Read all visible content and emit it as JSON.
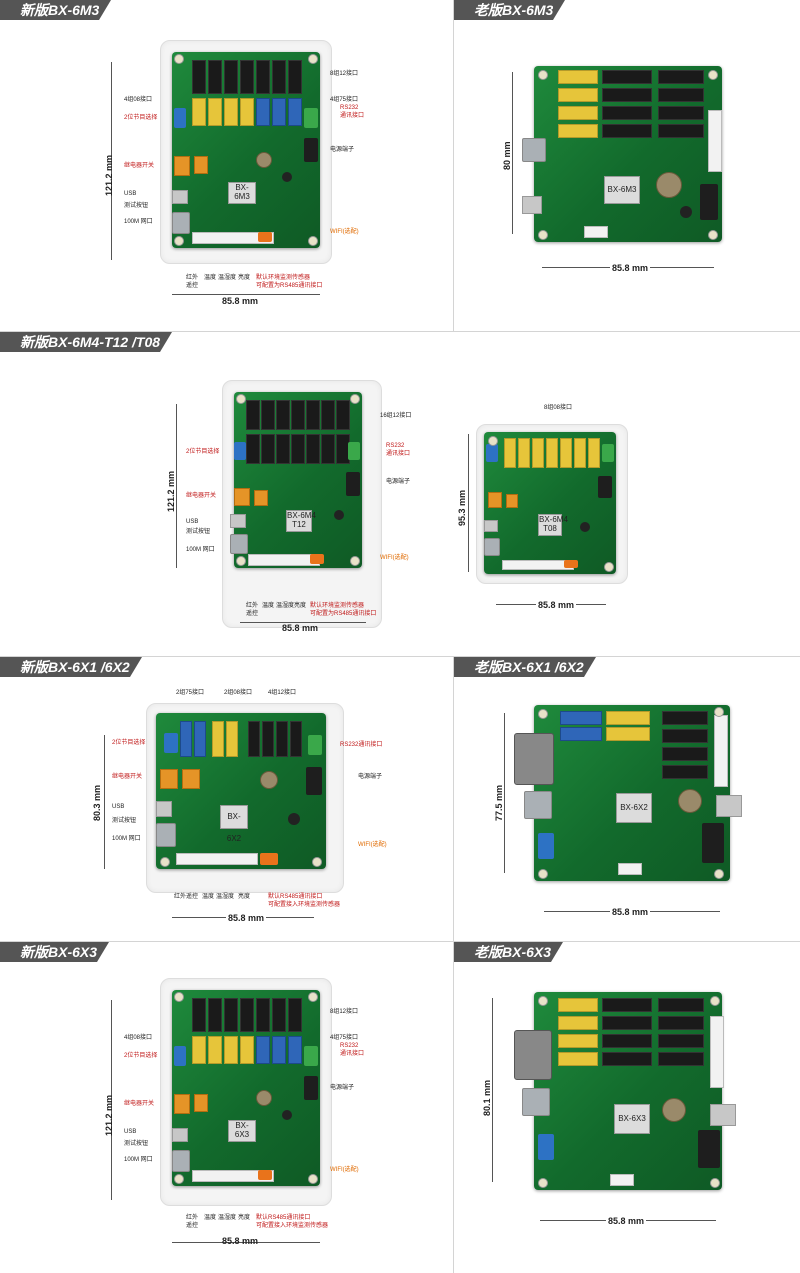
{
  "panels": [
    {
      "title": "新版BX-6M3",
      "chip": "BX-6M3",
      "height": "121.2 mm",
      "width": "85.8 mm",
      "labels": {
        "right1": "8组12接口",
        "right2": "4组75接口",
        "rs232": "RS232\n通讯接口",
        "power": "电源端子",
        "wifi": "WIFI(选配)",
        "left1": "4组08接口",
        "left2": "2位节目选择",
        "relay": "继电器开关",
        "usb": "USB",
        "testbtn": "测试按钮",
        "eth": "100M 网口",
        "bottom1": "红外\n遥控",
        "bottom2": "温度",
        "bottom3": "温湿度",
        "bottom4": "亮度",
        "bottom5": "默认环境监测传感器\n可配置为RS485通讯接口"
      }
    },
    {
      "title": "老版BX-6M3",
      "chip": "BX-6M3",
      "height": "80 mm",
      "width": "85.8 mm"
    },
    {
      "title": "新版BX-6M4-T12 /T08",
      "chip_a": "BX-6M4\nT12",
      "chip_b": "BX-6M4\nT08",
      "height_a": "121.2 mm",
      "width_a": "85.8 mm",
      "height_b": "95.3 mm",
      "width_b": "85.8 mm",
      "labels": {
        "right1": "16组12接口",
        "rs232": "RS232\n通讯接口",
        "power": "电源端子",
        "wifi": "WIFI(选配)",
        "left1": "2位节目选择",
        "relay": "继电器开关",
        "usb": "USB",
        "testbtn": "测试按钮",
        "eth": "100M 网口",
        "top_b": "8组08接口",
        "bottom1": "红外\n遥控",
        "bottom2": "温度",
        "bottom3": "温湿度",
        "bottom4": "亮度",
        "bottom5": "默认环境监测传感器\n可配置为RS485通讯接口"
      }
    },
    {
      "title": "新版BX-6X1 /6X2",
      "chip": "BX-6X2",
      "height": "80.3 mm",
      "width": "85.8 mm",
      "labels": {
        "top1": "2组75接口",
        "top2": "2组08接口",
        "top3": "4组12接口",
        "left1": "2位节目选择",
        "relay": "继电器开关",
        "usb": "USB",
        "testbtn": "测试按钮",
        "eth": "100M 网口",
        "rs232": "RS232通讯接口",
        "power": "电源端子",
        "wifi": "WIFI(选配)",
        "bottom1": "红外遥控",
        "bottom2": "温度",
        "bottom3": "温湿度",
        "bottom4": "亮度",
        "bottom5": "默认RS485通讯接口\n可配置接入环境监测传感器"
      }
    },
    {
      "title": "老版BX-6X1 /6X2",
      "chip": "BX-6X2",
      "height": "77.5 mm",
      "width": "85.8 mm"
    },
    {
      "title": "新版BX-6X3",
      "chip": "BX-6X3",
      "height": "121.2 mm",
      "width": "85.8 mm",
      "labels": {
        "right1": "8组12接口",
        "right2": "4组75接口",
        "rs232": "RS232\n通讯接口",
        "power": "电源端子",
        "wifi": "WIFI(选配)",
        "left1": "4组08接口",
        "left2": "2位节目选择",
        "relay": "继电器开关",
        "usb": "USB",
        "testbtn": "测试按钮",
        "eth": "100M 网口",
        "bottom1": "红外\n遥控",
        "bottom2": "温度",
        "bottom3": "温湿度",
        "bottom4": "亮度",
        "bottom5": "默认RS485通讯接口\n可配置接入环境监测传感器"
      }
    },
    {
      "title": "老版BX-6X3",
      "chip": "BX-6X3",
      "height": "80.1 mm",
      "width": "85.8 mm"
    }
  ]
}
